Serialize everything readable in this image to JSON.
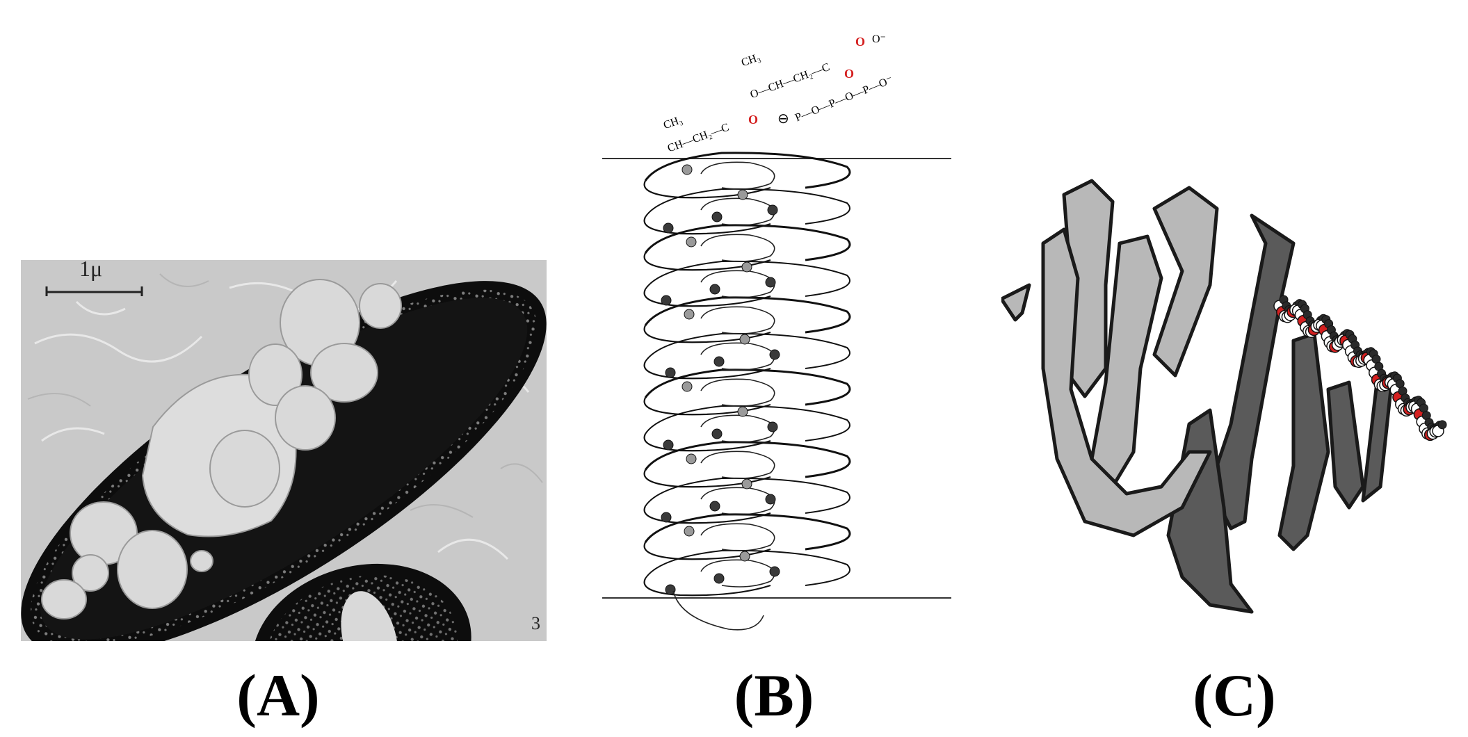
{
  "panels": [
    {
      "id": "A",
      "caption_open": "(",
      "caption_letter": "A",
      "caption_close": ")",
      "scale_bar_label": "1μ",
      "corner_label": "3"
    },
    {
      "id": "B",
      "caption_open": "(",
      "caption_letter": "B",
      "caption_close": ")",
      "chem_labels": {
        "ch3_left": "CH₃",
        "chain_left": "CH—CH₂—C",
        "o_red_left": "O",
        "ch3_right": "CH₃",
        "chain_right": "O—CH—CH₂—C",
        "o_red_top": "O",
        "o_minus_top": "O⁻",
        "o_red_right": "O",
        "charge_minus": "⊖",
        "phosphate": "P—O—P—O—P—O⁻"
      }
    },
    {
      "id": "C",
      "caption_open": "(",
      "caption_letter": "C",
      "caption_close": ")"
    }
  ],
  "colors": {
    "accent_red": "#d42020",
    "dark_grey": "#5a5a5a",
    "light_grey": "#b8b8b8",
    "micrograph_bg": "#cfcfcf",
    "cell_dark": "#111111",
    "vacuole": "#dcdcdc"
  }
}
